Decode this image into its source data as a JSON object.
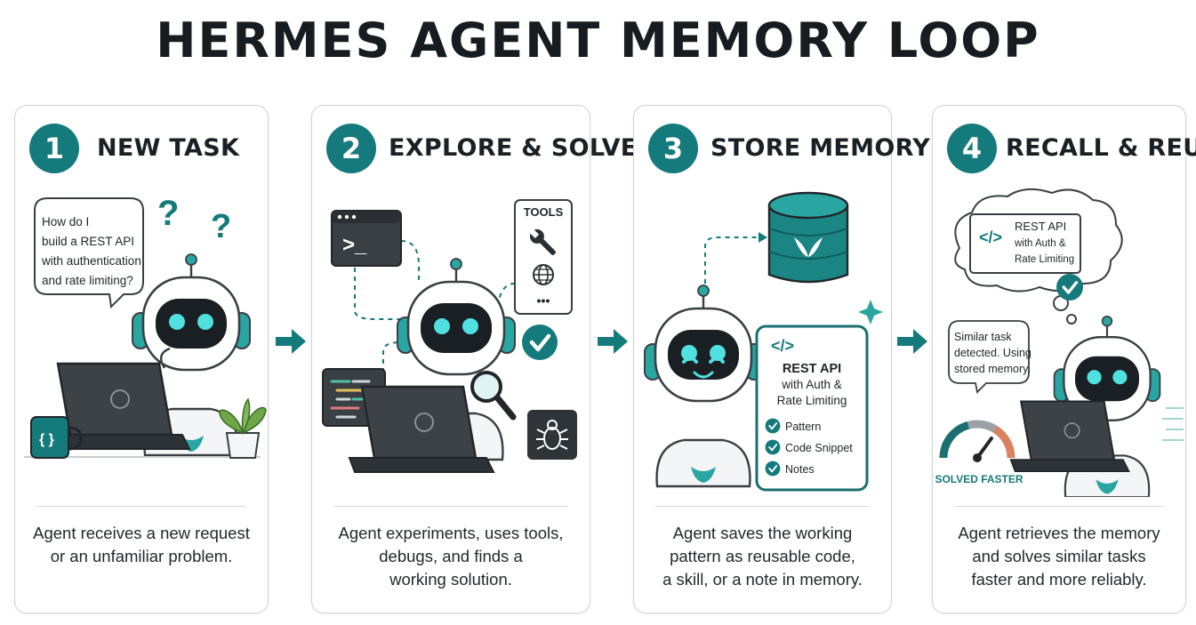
{
  "title": "HERMES AGENT MEMORY LOOP",
  "colors": {
    "accent": "#157a7b",
    "dark": "#24282b",
    "border": "#cfd4d6"
  },
  "steps": [
    {
      "number": "1",
      "title": "NEW TASK",
      "bubble": [
        "How do I",
        "build a REST API",
        "with authentication",
        "and rate limiting?"
      ],
      "icons": [
        "question-mark-icon",
        "mug-icon",
        "laptop-icon",
        "plant-icon"
      ],
      "description": [
        "Agent receives a new request",
        "or an unfamiliar problem."
      ]
    },
    {
      "number": "2",
      "title": "EXPLORE & SOLVE",
      "terminal_prompt": ">_",
      "tools_label": "TOOLS",
      "tools_more": "•••",
      "icons": [
        "terminal-icon",
        "wrench-icon",
        "globe-icon",
        "magnifier-icon",
        "check-icon",
        "bug-icon",
        "code-window-icon"
      ],
      "description": [
        "Agent experiments, uses tools,",
        "debugs, and finds a",
        "working solution."
      ]
    },
    {
      "number": "3",
      "title": "STORE MEMORY",
      "code_tag": "</>",
      "note_title": [
        "REST API",
        "with Auth &",
        "Rate Limiting"
      ],
      "checklist": [
        "Pattern",
        "Code Snippet",
        "Notes"
      ],
      "icons": [
        "database-icon",
        "sparkle-icon",
        "check-icon"
      ],
      "description": [
        "Agent saves the working",
        "pattern as reusable code,",
        "a skill, or a note in memory."
      ]
    },
    {
      "number": "4",
      "title": "RECALL & REUSE",
      "code_tag": "</>",
      "recall_text": [
        "REST API",
        "with Auth &",
        "Rate Limiting"
      ],
      "bubble": [
        "Similar task",
        "detected. Using",
        "stored memory."
      ],
      "gauge_label": "SOLVED FASTER",
      "icons": [
        "thought-cloud-icon",
        "speedometer-icon",
        "laptop-icon",
        "check-icon"
      ],
      "description": [
        "Agent retrieves the memory",
        "and solves similar tasks",
        "faster and more reliably."
      ]
    }
  ]
}
